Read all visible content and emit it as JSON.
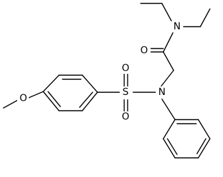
{
  "molecule": {
    "atoms": {
      "n_amide": "N",
      "o_carbonyl": "O",
      "n_sulfonamide": "N",
      "sulfur": "S",
      "o_sulfonyl_top": "O",
      "o_sulfonyl_bottom": "O",
      "o_methoxy": "O"
    }
  },
  "colors": {
    "bond": "#000000",
    "background": "#ffffff"
  }
}
